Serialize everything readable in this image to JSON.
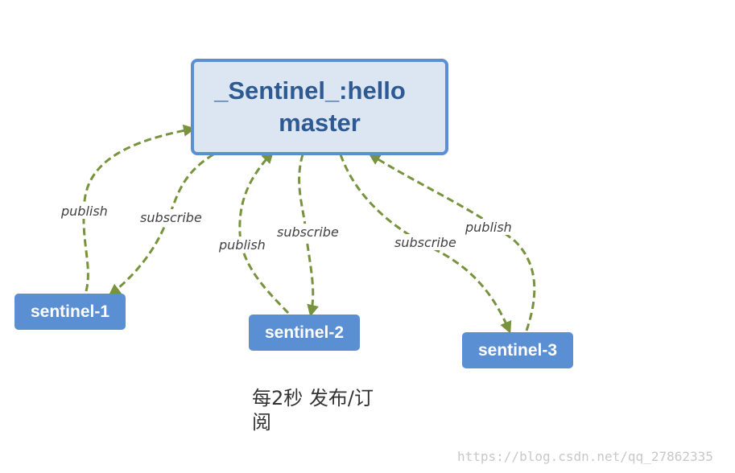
{
  "master": {
    "line1": "_Sentinel_:hello",
    "line2": "master"
  },
  "sentinels": [
    {
      "label": "sentinel-1"
    },
    {
      "label": "sentinel-2"
    },
    {
      "label": "sentinel-3"
    }
  ],
  "edges": [
    {
      "label": "publish"
    },
    {
      "label": "subscribe"
    },
    {
      "label": "publish"
    },
    {
      "label": "subscribe"
    },
    {
      "label": "subscribe"
    },
    {
      "label": "publish"
    }
  ],
  "note": "每2秒 发布/订阅",
  "watermark": "https://blog.csdn.net/qq_27862335",
  "colors": {
    "master_fill": "#dce6f2",
    "master_border": "#5b8fd3",
    "master_text": "#2e5a93",
    "sentinel_fill": "#5b8fd3",
    "arrow": "#77933c"
  }
}
